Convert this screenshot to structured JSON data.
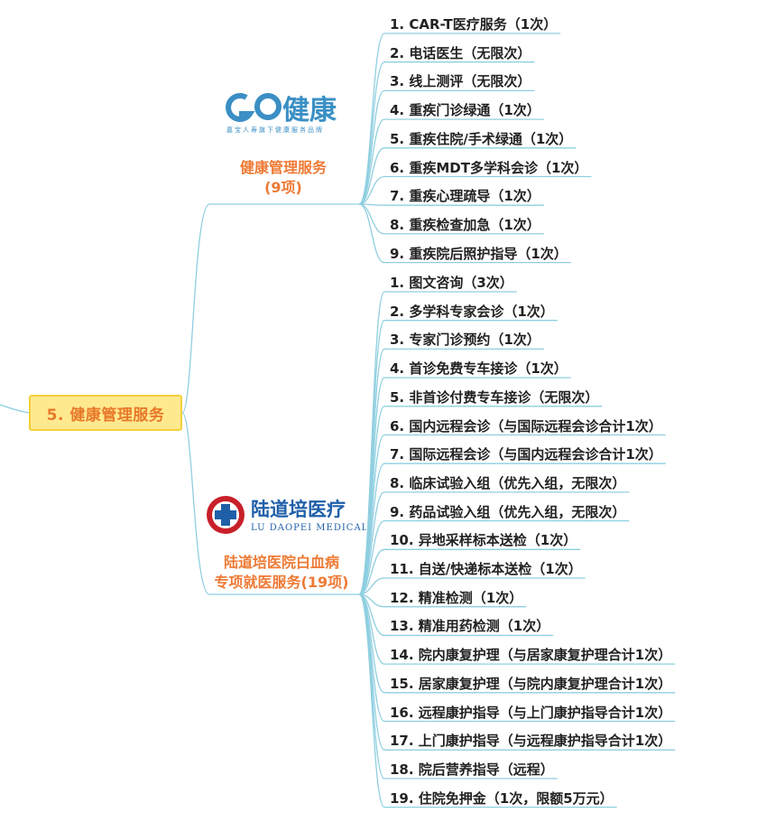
{
  "root": {
    "label": "5. 健康管理服务"
  },
  "branches": [
    {
      "logo": {
        "icon": "go-health-logo",
        "brand": "健康",
        "tagline": "嘉宝人寿旗下健康服务品牌",
        "color": "#3a8fc5"
      },
      "title_line1": "健康管理服务",
      "title_line2": "(9项)",
      "items": [
        "1. CAR-T医疗服务（1次）",
        "2. 电话医生（无限次）",
        "3. 线上测评（无限次）",
        "4. 重疾门诊绿通（1次）",
        "5. 重疾住院/手术绿通（1次）",
        "6. 重疾MDT多学科会诊（1次）",
        "7. 重疾心理疏导（1次）",
        "8. 重疾检查加急（1次）",
        "9. 重疾院后照护指导（1次）"
      ]
    },
    {
      "logo": {
        "icon": "lu-daopei-cross-logo",
        "brand_cn": "陆道培医疗",
        "brand_en": "LU DAOPEI MEDICAL",
        "color": "#1f5fa8",
        "accent": "#c8202a"
      },
      "title_line1": "陆道培医院白血病",
      "title_line2": "专项就医服务(19项)",
      "items": [
        "1. 图文咨询（3次）",
        "2. 多学科专家会诊（1次）",
        "3. 专家门诊预约（1次）",
        "4. 首诊免费专车接诊（1次）",
        "5. 非首诊付费专车接诊（无限次）",
        "6. 国内远程会诊（与国际远程会诊合计1次）",
        "7. 国际远程会诊（与国内远程会诊合计1次）",
        "8. 临床试验入组（优先入组，无限次）",
        "9. 药品试验入组（优先入组，无限次）",
        "10. 异地采样标本送检（1次）",
        "11. 自送/快递标本送检（1次）",
        "12. 精准检测（1次）",
        "13. 精准用药检测（1次）",
        "14. 院内康复护理（与居家康复护理合计1次）",
        "15. 居家康复护理（与院内康复护理合计1次）",
        "16. 远程康护指导（与上门康护指导合计1次）",
        "17. 上门康护指导（与远程康护指导合计1次）",
        "18. 院后营养指导（远程）",
        "19. 住院免押金（1次，限额5万元）"
      ]
    }
  ],
  "colors": {
    "connector": "#8fcfe0",
    "leaf_text": "#222222",
    "branch_title": "#ee7a35",
    "root_bg": "#ffe98f",
    "root_text": "#e8792a"
  }
}
